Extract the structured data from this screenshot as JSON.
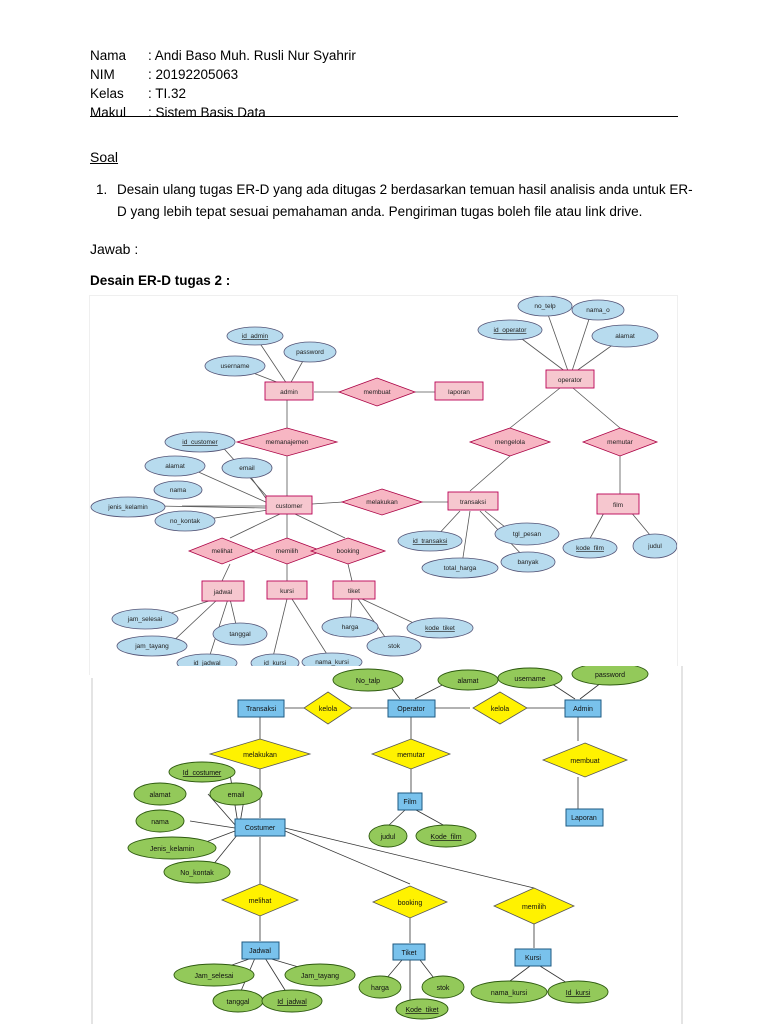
{
  "header": {
    "fields": [
      {
        "label": "Nama",
        "value": ": Andi Baso Muh. Rusli Nur Syahrir"
      },
      {
        "label": "NIM",
        "value": ": 20192205063"
      },
      {
        "label": "Kelas",
        "value": ": TI.32"
      },
      {
        "label": "Makul",
        "value": ": Sistem Basis Data"
      }
    ]
  },
  "soal_heading": "Soal",
  "question": {
    "number": "1.",
    "text": "Desain ulang tugas ER-D yang ada ditugas 2 berdasarkan temuan hasil analisis anda untuk ER-D yang lebih tepat sesuai pemahaman anda. Pengiriman tugas boleh file atau link drive."
  },
  "answer_heading": "Jawab :",
  "diagram_heading": "Desain ER-D tugas 2 :",
  "diagram1": {
    "entities": {
      "admin": "admin",
      "laporan": "laporan",
      "operator": "operator",
      "customer": "customer",
      "transaksi": "transaksi",
      "film": "film",
      "jadwal": "jadwal",
      "kursi": "kursi",
      "tiket": "tiket"
    },
    "relations": {
      "membuat": "membuat",
      "memanajemen": "memanajemen",
      "mengelola": "mengelola",
      "memutar": "memutar",
      "melakukan": "melakukan",
      "melihat": "melihat",
      "memilih": "memilih",
      "booking": "booking"
    },
    "attributes": {
      "id_admin": "id_admin",
      "username": "username",
      "password": "password",
      "no_telp": "no_telp",
      "nama_o": "nama_o",
      "id_operator": "id_operator",
      "alamat_op": "alamat",
      "id_customer": "id_customer",
      "alamat": "alamat",
      "email": "email",
      "nama": "nama",
      "jenis_kelamin": "jenis_kelamin",
      "no_kontak": "no_kontak",
      "id_transaksi": "id_transaksi",
      "tgl_pesan": "tgl_pesan",
      "total_harga": "total_harga",
      "banyak": "banyak",
      "kode_film": "kode_film",
      "judul": "judul",
      "jam_selesai": "jam_selesai",
      "jam_tayang": "jam_tayang",
      "tanggal": "tanggal",
      "id_jadwal": "id_jadwal",
      "id_kursi": "id_kursi",
      "nama_kursi": "nama_kursi",
      "harga": "harga",
      "stok": "stok",
      "kode_tiket": "kode_tiket"
    }
  },
  "diagram2": {
    "entities": {
      "transaksi": "Transaksi",
      "operator": "Operator",
      "admin": "Admin",
      "film": "Film",
      "laporan": "Laporan",
      "costumer": "Costumer",
      "jadwal": "Jadwal",
      "tiket": "Tiket",
      "kursi": "Kursi"
    },
    "relations": {
      "kelola1": "kelola",
      "kelola2": "kelola",
      "melakukan": "melakukan",
      "memutar": "memutar",
      "membuat": "membuat",
      "melihat": "melihat",
      "booking": "booking",
      "memilih": "memilih"
    },
    "attributes": {
      "no_telp": "No_talp",
      "alamat_op": "alamat",
      "username": "username",
      "password": "password",
      "id_costumer": "Id_costumer",
      "alamat": "alamat",
      "email": "email",
      "nama": "nama",
      "jenis_kelamin": "Jenis_kelamin",
      "no_kontak": "No_kontak",
      "judul": "judul",
      "kode_film": "Kode_film",
      "jam_selesai": "Jam_selesai",
      "jam_tayang": "Jam_tayang",
      "tanggal": "tanggal",
      "id_jadwal": "Id_jadwal",
      "harga": "harga",
      "stok": "stok",
      "kode_tiket": "Kode_tiket",
      "nama_kursi": "nama_kursi",
      "id_kursi": "Id_kursi"
    }
  }
}
